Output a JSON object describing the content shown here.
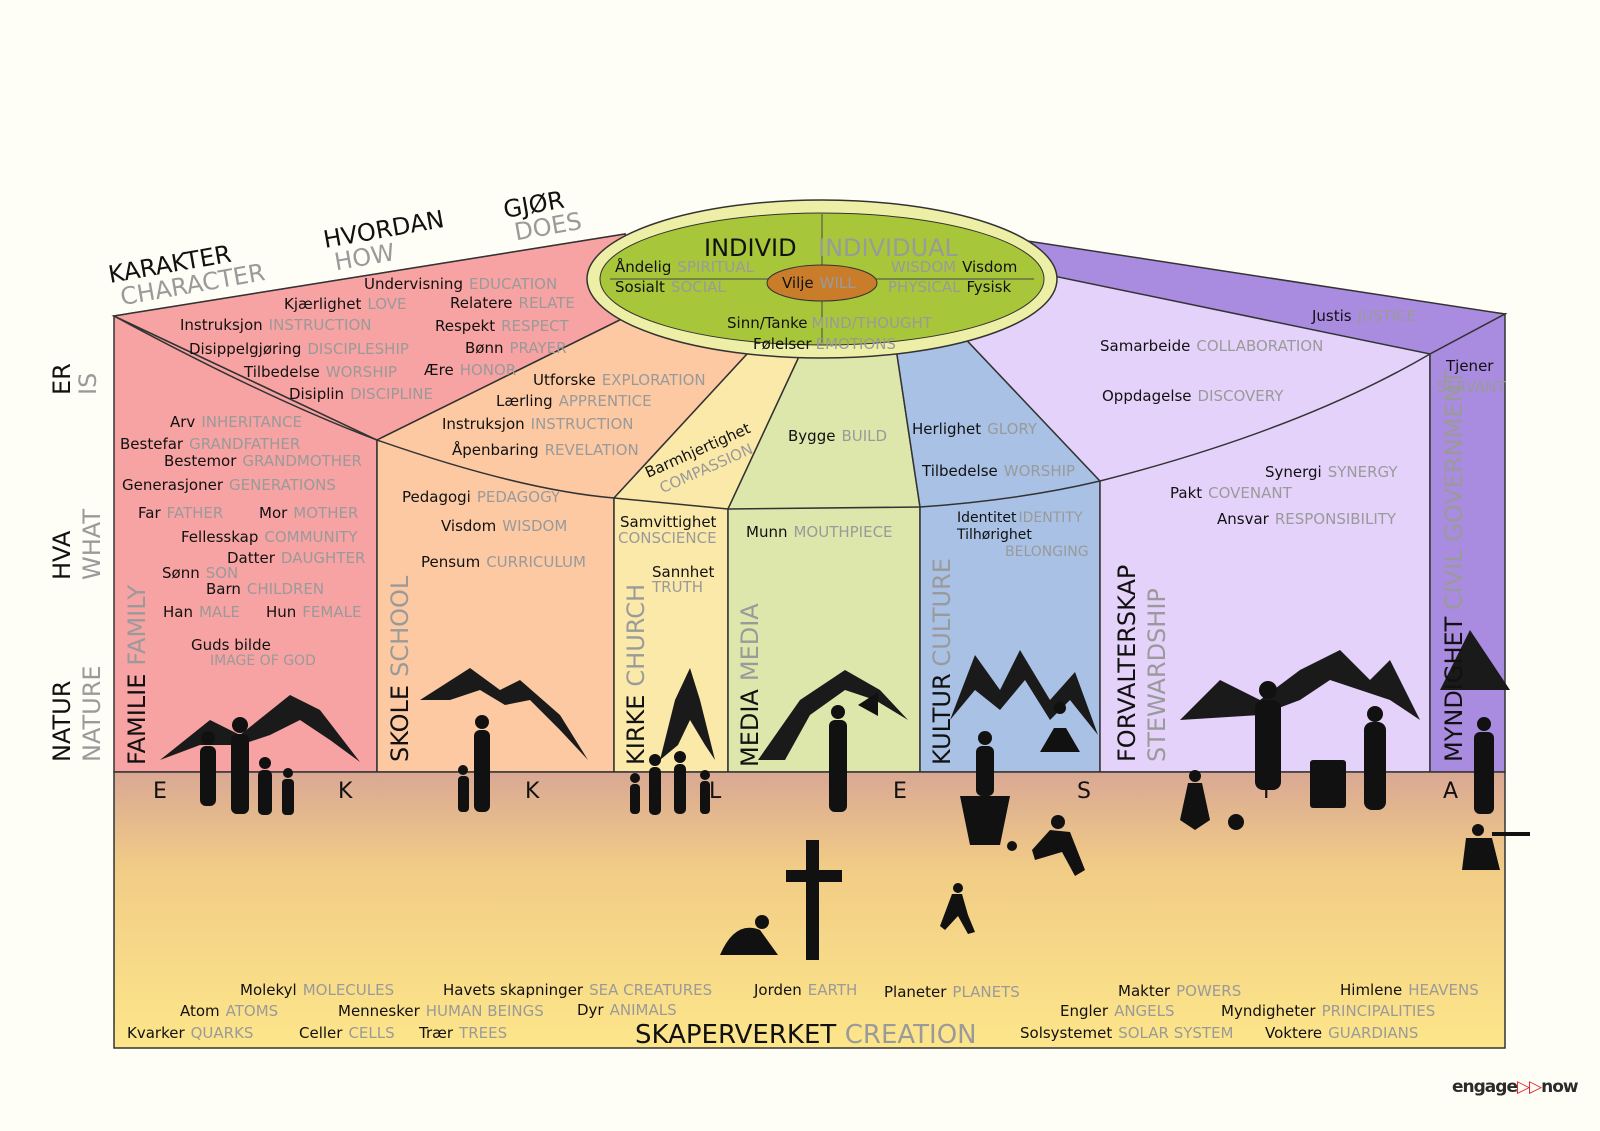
{
  "header": {
    "karakter": "KARAKTER",
    "character": "CHARACTER",
    "hvordan": "HVORDAN",
    "how": "HOW",
    "gjor": "GJØR",
    "does": "DOES"
  },
  "side_labels": {
    "er": "ER",
    "is": "IS",
    "hva": "HVA",
    "what": "WHAT",
    "natur": "NATUR",
    "nature": "NATURE"
  },
  "individual": {
    "individ": "INDIVID",
    "individual": "INDIVIDUAL",
    "andelig": "Åndelig",
    "spiritual": "SPIRITUAL",
    "sosialt": "Sosialt",
    "social": "SOCIAL",
    "wisdom": "WISDOM",
    "visdom": "Visdom",
    "physical": "PHYSICAL",
    "fysisk": "Fysisk",
    "vilje": "Vilje",
    "will": "WILL",
    "sinn": "Sinn/Tanke",
    "mind": "MIND/THOUGHT",
    "folelser": "Følelser",
    "emotions": "EMOTIONS"
  },
  "domains": {
    "familie": {
      "no": "FAMILIE",
      "en": "FAMILY"
    },
    "skole": {
      "no": "SKOLE",
      "en": "SCHOOL"
    },
    "kirke": {
      "no": "KIRKE",
      "en": "CHURCH"
    },
    "media": {
      "no": "MEDIA",
      "en": "MEDIA"
    },
    "kultur": {
      "no": "KULTUR",
      "en": "CULTURE"
    },
    "forvalterskap": {
      "no": "FORVALTERSKAP",
      "en": "STEWARDSHIP"
    },
    "myndighet": {
      "no": "MYNDIGHET",
      "en": "CIVIL GOVERNMENT"
    }
  },
  "ekklesia_letters": [
    "E",
    "K",
    "K",
    "L",
    "E",
    "S",
    "I",
    "A"
  ],
  "terms": {
    "undervisning": {
      "no": "Undervisning",
      "en": "EDUCATION"
    },
    "kjaerlighet": {
      "no": "Kjærlighet",
      "en": "LOVE"
    },
    "relatere": {
      "no": "Relatere",
      "en": "RELATE"
    },
    "instruksjon1": {
      "no": "Instruksjon",
      "en": "INSTRUCTION"
    },
    "respekt": {
      "no": "Respekt",
      "en": "RESPECT"
    },
    "disippel": {
      "no": "Disippelgjøring",
      "en": "DISCIPLESHIP"
    },
    "bonn": {
      "no": "Bønn",
      "en": "PRAYER"
    },
    "tilbedelse1": {
      "no": "Tilbedelse",
      "en": "WORSHIP"
    },
    "aere": {
      "no": "Ære",
      "en": "HONOR"
    },
    "disiplin": {
      "no": "Disiplin",
      "en": "DISCIPLINE"
    },
    "utforske": {
      "no": "Utforske",
      "en": "EXPLORATION"
    },
    "laerling": {
      "no": "Lærling",
      "en": "APPRENTICE"
    },
    "instruksjon2": {
      "no": "Instruksjon",
      "en": "INSTRUCTION"
    },
    "apenbaring": {
      "no": "Åpenbaring",
      "en": "REVELATION"
    },
    "barmhjertighet": {
      "no": "Barmhjertighet",
      "en": "COMPASSION"
    },
    "bygge": {
      "no": "Bygge",
      "en": "BUILD"
    },
    "herlighet": {
      "no": "Herlighet",
      "en": "GLORY"
    },
    "tilbedelse2": {
      "no": "Tilbedelse",
      "en": "WORSHIP"
    },
    "justis": {
      "no": "Justis",
      "en": "JUSTICE"
    },
    "samarbeide": {
      "no": "Samarbeide",
      "en": "COLLABORATION"
    },
    "oppdagelse": {
      "no": "Oppdagelse",
      "en": "DISCOVERY"
    },
    "tjener": {
      "no": "Tjener",
      "en": "SERVANT"
    },
    "arv": {
      "no": "Arv",
      "en": "INHERITANCE"
    },
    "bestefar": {
      "no": "Bestefar",
      "en": "GRANDFATHER"
    },
    "bestemor": {
      "no": "Bestemor",
      "en": "GRANDMOTHER"
    },
    "generasjoner": {
      "no": "Generasjoner",
      "en": "GENERATIONS"
    },
    "far": {
      "no": "Far",
      "en": "FATHER"
    },
    "mor": {
      "no": "Mor",
      "en": "MOTHER"
    },
    "fellesskap": {
      "no": "Fellesskap",
      "en": "COMMUNITY"
    },
    "datter": {
      "no": "Datter",
      "en": "DAUGHTER"
    },
    "sonn": {
      "no": "Sønn",
      "en": "SON"
    },
    "barn": {
      "no": "Barn",
      "en": "CHILDREN"
    },
    "han": {
      "no": "Han",
      "en": "MALE"
    },
    "hun": {
      "no": "Hun",
      "en": "FEMALE"
    },
    "guds_bilde": {
      "no": "Guds bilde",
      "en": "IMAGE OF GOD"
    },
    "pedagogi": {
      "no": "Pedagogi",
      "en": "PEDAGOGY"
    },
    "visdom": {
      "no": "Visdom",
      "en": "WISDOM"
    },
    "pensum": {
      "no": "Pensum",
      "en": "CURRICULUM"
    },
    "samvittighet": {
      "no": "Samvittighet",
      "en": "CONSCIENCE"
    },
    "sannhet": {
      "no": "Sannhet",
      "en": "TRUTH"
    },
    "munn": {
      "no": "Munn",
      "en": "MOUTHPIECE"
    },
    "identitet": {
      "no": "Identitet",
      "en": "IDENTITY"
    },
    "tilhorighet": {
      "no": "Tilhørighet",
      "en": "BELONGING"
    },
    "synergi": {
      "no": "Synergi",
      "en": "SYNERGY"
    },
    "pakt": {
      "no": "Pakt",
      "en": "COVENANT"
    },
    "ansvar": {
      "no": "Ansvar",
      "en": "RESPONSIBILITY"
    }
  },
  "creation": {
    "title_no": "SKAPERVERKET",
    "title_en": "CREATION",
    "items": {
      "molekyl": {
        "no": "Molekyl",
        "en": "MOLECULES"
      },
      "atom": {
        "no": "Atom",
        "en": "ATOMS"
      },
      "kvarker": {
        "no": "Kvarker",
        "en": "QUARKS"
      },
      "havets": {
        "no": "Havets skapninger",
        "en": "SEA CREATURES"
      },
      "mennesker": {
        "no": "Mennesker",
        "en": "HUMAN BEINGS"
      },
      "celler": {
        "no": "Celler",
        "en": "CELLS"
      },
      "dyr": {
        "no": "Dyr",
        "en": "ANIMALS"
      },
      "traer": {
        "no": "Trær",
        "en": "TREES"
      },
      "jorden": {
        "no": "Jorden",
        "en": "EARTH"
      },
      "planeter": {
        "no": "Planeter",
        "en": "PLANETS"
      },
      "makter": {
        "no": "Makter",
        "en": "POWERS"
      },
      "engler": {
        "no": "Engler",
        "en": "ANGELS"
      },
      "solsystemet": {
        "no": "Solsystemet",
        "en": "SOLAR SYSTEM"
      },
      "himlene": {
        "no": "Himlene",
        "en": "HEAVENS"
      },
      "myndigheter": {
        "no": "Myndigheter",
        "en": "PRINCIPALITIES"
      },
      "voktere": {
        "no": "Voktere",
        "en": "GUARDIANS"
      }
    }
  },
  "logo": {
    "left": "engage",
    "right": "now"
  },
  "colors": {
    "familie": "#f7a3a3",
    "skole": "#fcc9a3",
    "kirke": "#fbe9a9",
    "media": "#dde7ab",
    "kultur": "#a8c1e5",
    "forvalterskap": "#e4d2fa",
    "myndighet": "#a98be0",
    "ground_top": "#d9a894",
    "ground_bottom": "#fde68a",
    "ellipse_outer": "#eeefa6",
    "ellipse_inner": "#a8c63a",
    "ellipse_core": "#c97c2a"
  }
}
